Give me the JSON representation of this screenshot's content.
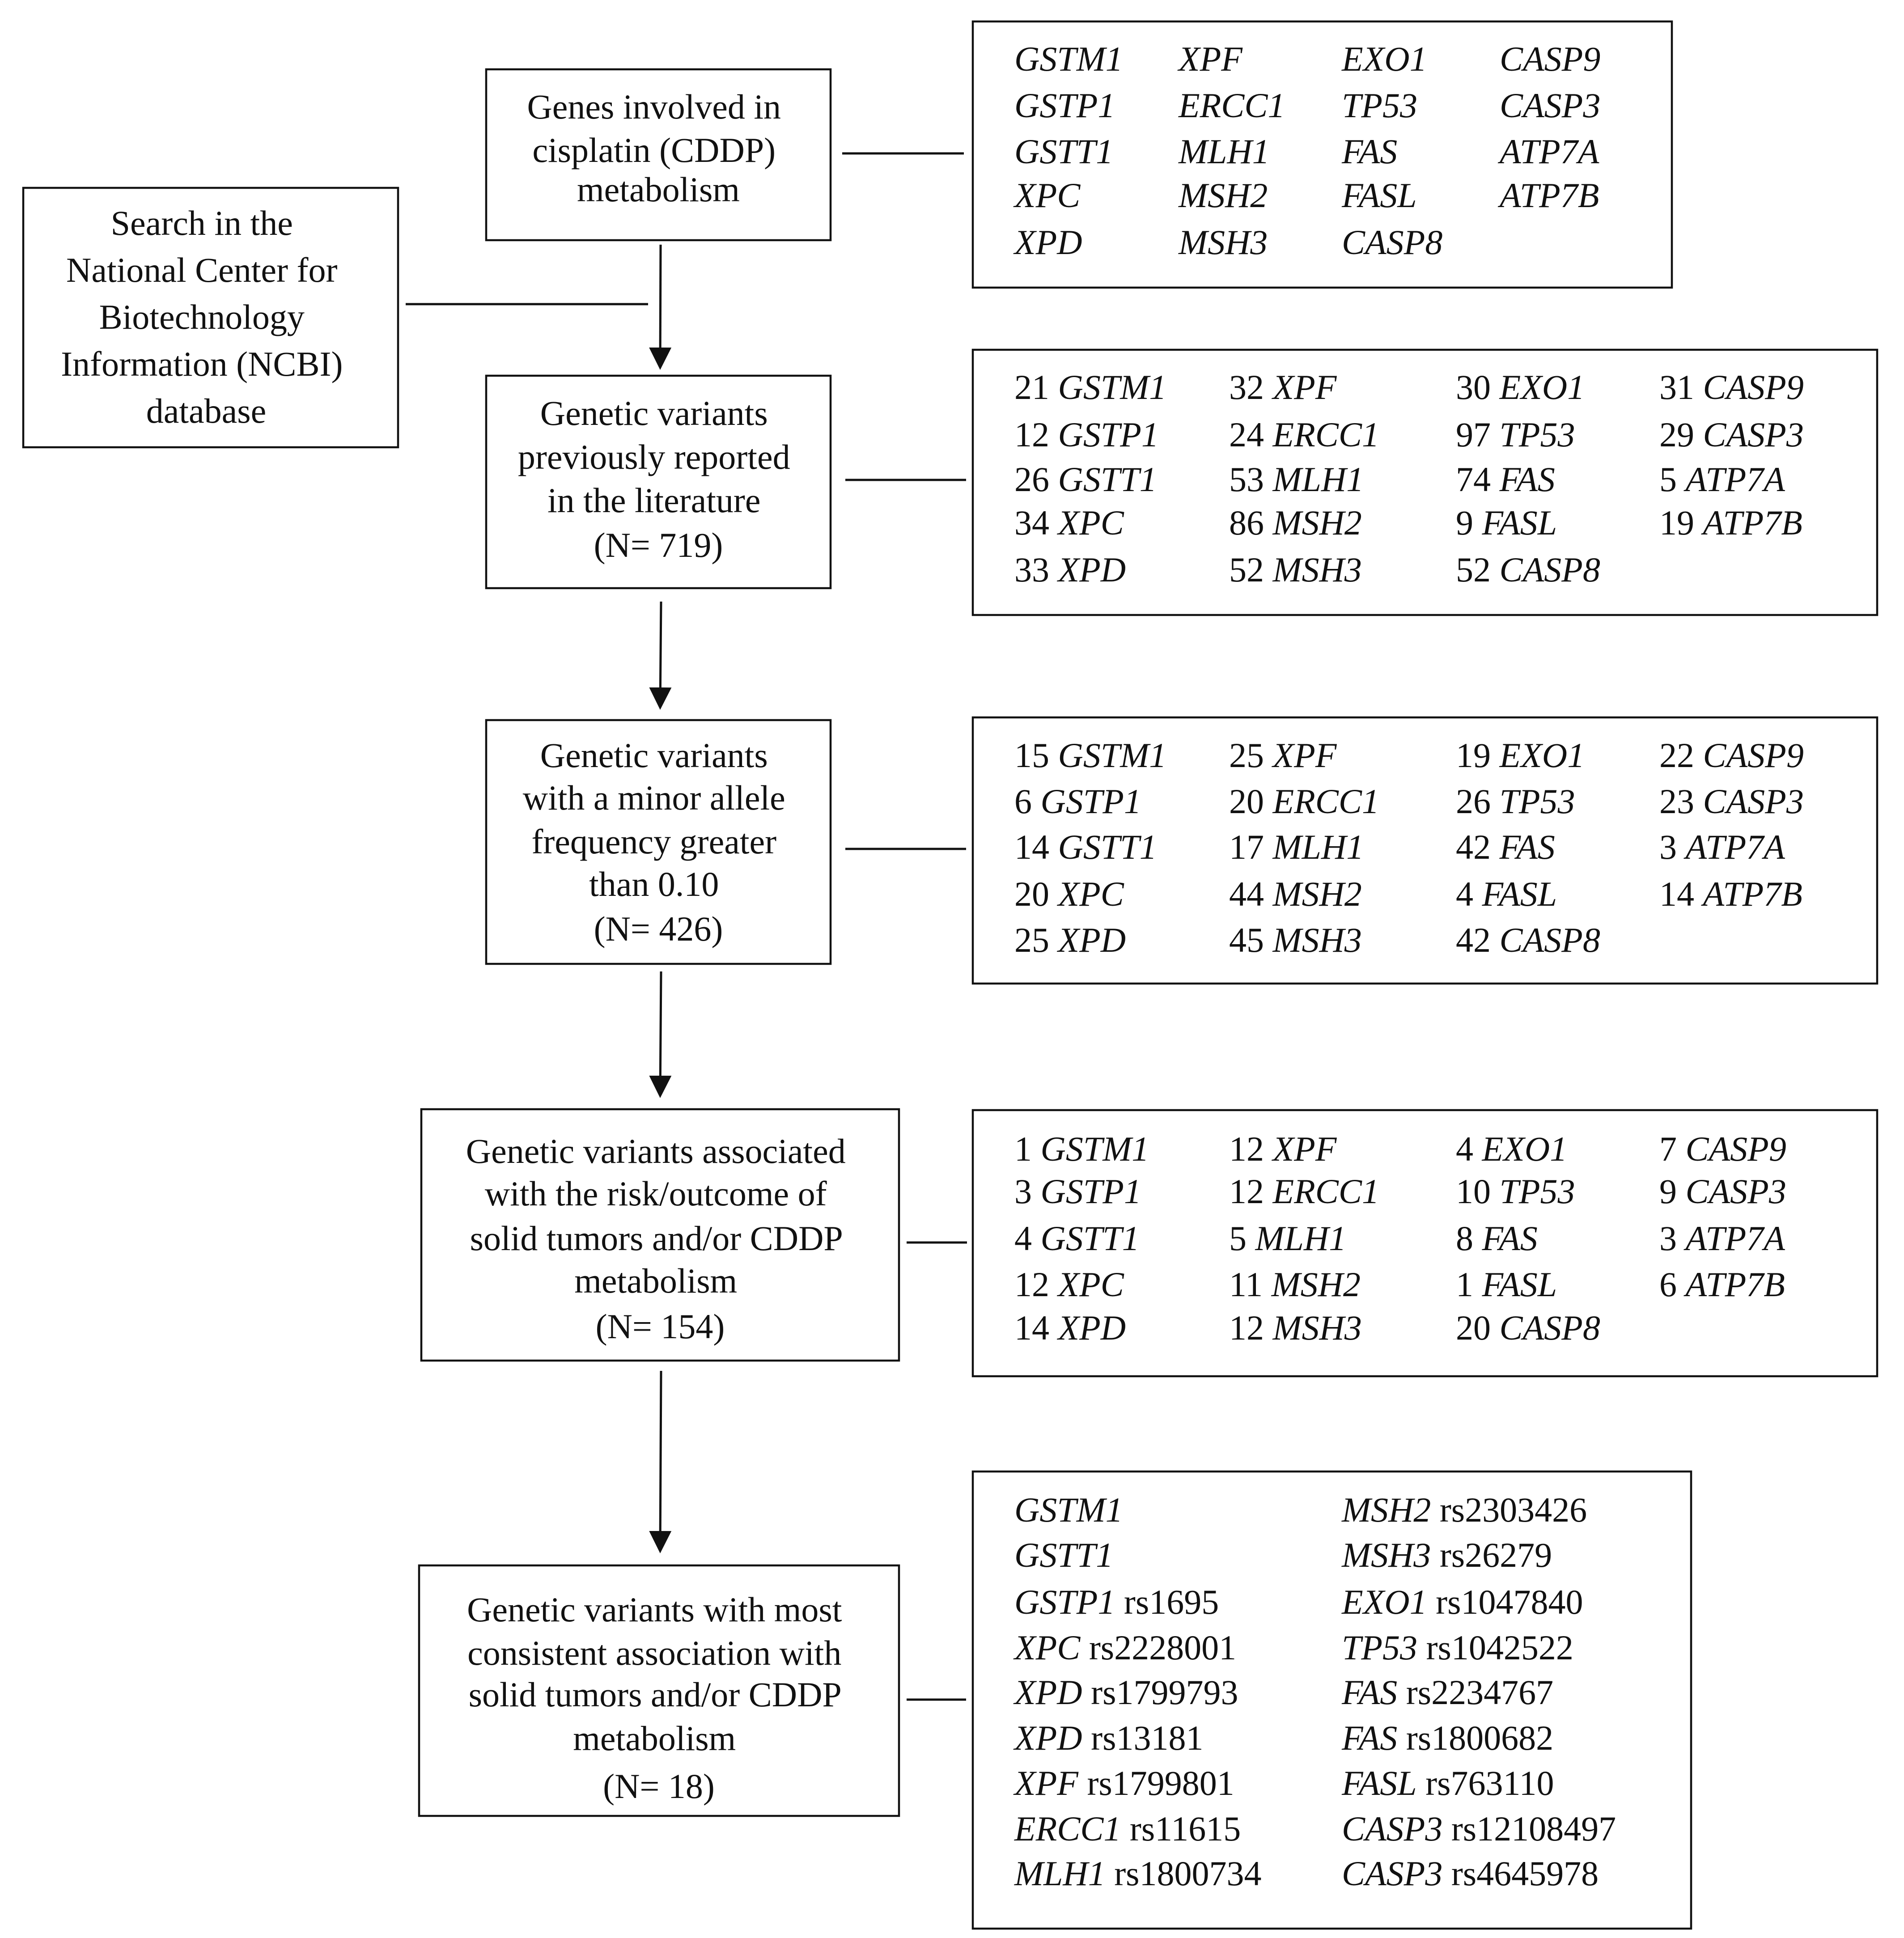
{
  "search_box": {
    "lines": [
      "Search in the",
      "National Center for",
      "Biotechnology",
      "Information (NCBI)",
      "database"
    ]
  },
  "steps": [
    {
      "id": "genes-involved",
      "lines": [
        "Genes involved in",
        "cisplatin (CDDP)",
        "metabolism"
      ]
    },
    {
      "id": "variants-reported",
      "lines": [
        "Genetic variants",
        "previously reported",
        "in the literature",
        "(N= 719)"
      ]
    },
    {
      "id": "variants-maf",
      "lines": [
        "Genetic variants",
        "with a minor allele",
        "frequency greater",
        "than 0.10",
        "(N= 426)"
      ]
    },
    {
      "id": "variants-associated",
      "lines": [
        "Genetic variants associated",
        "with the risk/outcome of",
        "solid tumors and/or CDDP",
        "metabolism",
        "(N= 154)"
      ]
    },
    {
      "id": "variants-consistent",
      "lines": [
        "Genetic variants with most",
        "consistent association with",
        "solid tumors and/or CDDP",
        "metabolism",
        "(N= 18)"
      ]
    }
  ],
  "gene_lists": [
    {
      "columns": [
        [
          {
            "n": "",
            "gene": "GSTM1"
          },
          {
            "n": "",
            "gene": "GSTP1"
          },
          {
            "n": "",
            "gene": "GSTT1"
          },
          {
            "n": "",
            "gene": "XPC"
          },
          {
            "n": "",
            "gene": "XPD"
          }
        ],
        [
          {
            "n": "",
            "gene": "XPF"
          },
          {
            "n": "",
            "gene": "ERCC1"
          },
          {
            "n": "",
            "gene": "MLH1"
          },
          {
            "n": "",
            "gene": "MSH2"
          },
          {
            "n": "",
            "gene": "MSH3"
          }
        ],
        [
          {
            "n": "",
            "gene": "EXO1"
          },
          {
            "n": "",
            "gene": "TP53"
          },
          {
            "n": "",
            "gene": "FAS"
          },
          {
            "n": "",
            "gene": "FASL"
          },
          {
            "n": "",
            "gene": "CASP8"
          }
        ],
        [
          {
            "n": "",
            "gene": "CASP9"
          },
          {
            "n": "",
            "gene": "CASP3"
          },
          {
            "n": "",
            "gene": "ATP7A"
          },
          {
            "n": "",
            "gene": "ATP7B"
          }
        ]
      ]
    },
    {
      "columns": [
        [
          {
            "n": "21",
            "gene": "GSTM1"
          },
          {
            "n": "12",
            "gene": "GSTP1"
          },
          {
            "n": "26",
            "gene": "GSTT1"
          },
          {
            "n": "34",
            "gene": "XPC"
          },
          {
            "n": "33",
            "gene": "XPD"
          }
        ],
        [
          {
            "n": "32",
            "gene": "XPF"
          },
          {
            "n": "24",
            "gene": "ERCC1"
          },
          {
            "n": "53",
            "gene": "MLH1"
          },
          {
            "n": "86",
            "gene": "MSH2"
          },
          {
            "n": "52",
            "gene": "MSH3"
          }
        ],
        [
          {
            "n": "30",
            "gene": "EXO1"
          },
          {
            "n": "97",
            "gene": "TP53"
          },
          {
            "n": "74",
            "gene": "FAS"
          },
          {
            "n": "9",
            "gene": "FASL"
          },
          {
            "n": "52",
            "gene": "CASP8"
          }
        ],
        [
          {
            "n": "31",
            "gene": "CASP9"
          },
          {
            "n": "29",
            "gene": "CASP3"
          },
          {
            "n": "5",
            "gene": "ATP7A"
          },
          {
            "n": "19",
            "gene": "ATP7B"
          }
        ]
      ]
    },
    {
      "columns": [
        [
          {
            "n": "15",
            "gene": "GSTM1"
          },
          {
            "n": "6",
            "gene": "GSTP1"
          },
          {
            "n": "14",
            "gene": "GSTT1"
          },
          {
            "n": "20",
            "gene": "XPC"
          },
          {
            "n": "25",
            "gene": "XPD"
          }
        ],
        [
          {
            "n": "25",
            "gene": "XPF"
          },
          {
            "n": "20",
            "gene": "ERCC1"
          },
          {
            "n": "17",
            "gene": "MLH1"
          },
          {
            "n": "44",
            "gene": "MSH2"
          },
          {
            "n": "45",
            "gene": "MSH3"
          }
        ],
        [
          {
            "n": "19",
            "gene": "EXO1"
          },
          {
            "n": "26",
            "gene": "TP53"
          },
          {
            "n": "42",
            "gene": "FAS"
          },
          {
            "n": "4",
            "gene": "FASL"
          },
          {
            "n": "42",
            "gene": "CASP8"
          }
        ],
        [
          {
            "n": "22",
            "gene": "CASP9"
          },
          {
            "n": "23",
            "gene": "CASP3"
          },
          {
            "n": "3",
            "gene": "ATP7A"
          },
          {
            "n": "14",
            "gene": "ATP7B"
          }
        ]
      ]
    },
    {
      "columns": [
        [
          {
            "n": "1",
            "gene": "GSTM1"
          },
          {
            "n": "3",
            "gene": "GSTP1"
          },
          {
            "n": "4",
            "gene": "GSTT1"
          },
          {
            "n": "12",
            "gene": "XPC"
          },
          {
            "n": "14",
            "gene": "XPD"
          }
        ],
        [
          {
            "n": "12",
            "gene": "XPF"
          },
          {
            "n": "12",
            "gene": "ERCC1"
          },
          {
            "n": "5",
            "gene": "MLH1"
          },
          {
            "n": "11",
            "gene": "MSH2"
          },
          {
            "n": "12",
            "gene": "MSH3"
          }
        ],
        [
          {
            "n": "4",
            "gene": "EXO1"
          },
          {
            "n": "10",
            "gene": "TP53"
          },
          {
            "n": "8",
            "gene": "FAS"
          },
          {
            "n": "1",
            "gene": "FASL"
          },
          {
            "n": "20",
            "gene": "CASP8"
          }
        ],
        [
          {
            "n": "7",
            "gene": "CASP9"
          },
          {
            "n": "9",
            "gene": "CASP3"
          },
          {
            "n": "3",
            "gene": "ATP7A"
          },
          {
            "n": "6",
            "gene": "ATP7B"
          }
        ]
      ]
    }
  ],
  "final_variants": {
    "columns": [
      [
        {
          "gene": "GSTM1",
          "rs": ""
        },
        {
          "gene": "GSTT1",
          "rs": ""
        },
        {
          "gene": "GSTP1",
          "rs": "rs1695"
        },
        {
          "gene": "XPC",
          "rs": "rs2228001"
        },
        {
          "gene": "XPD",
          "rs": "rs1799793"
        },
        {
          "gene": "XPD",
          "rs": "rs13181"
        },
        {
          "gene": "XPF",
          "rs": "rs1799801"
        },
        {
          "gene": "ERCC1",
          "rs": "rs11615"
        },
        {
          "gene": "MLH1",
          "rs": "rs1800734"
        }
      ],
      [
        {
          "gene": "MSH2",
          "rs": "rs2303426"
        },
        {
          "gene": "MSH3",
          "rs": "rs26279"
        },
        {
          "gene": "EXO1",
          "rs": "rs1047840"
        },
        {
          "gene": "TP53",
          "rs": "rs1042522"
        },
        {
          "gene": "FAS",
          "rs": "rs2234767"
        },
        {
          "gene": "FAS",
          "rs": "rs1800682"
        },
        {
          "gene": "FASL",
          "rs": "rs763110"
        },
        {
          "gene": "CASP3",
          "rs": "rs12108497"
        },
        {
          "gene": "CASP3",
          "rs": "rs4645978"
        }
      ]
    ]
  }
}
